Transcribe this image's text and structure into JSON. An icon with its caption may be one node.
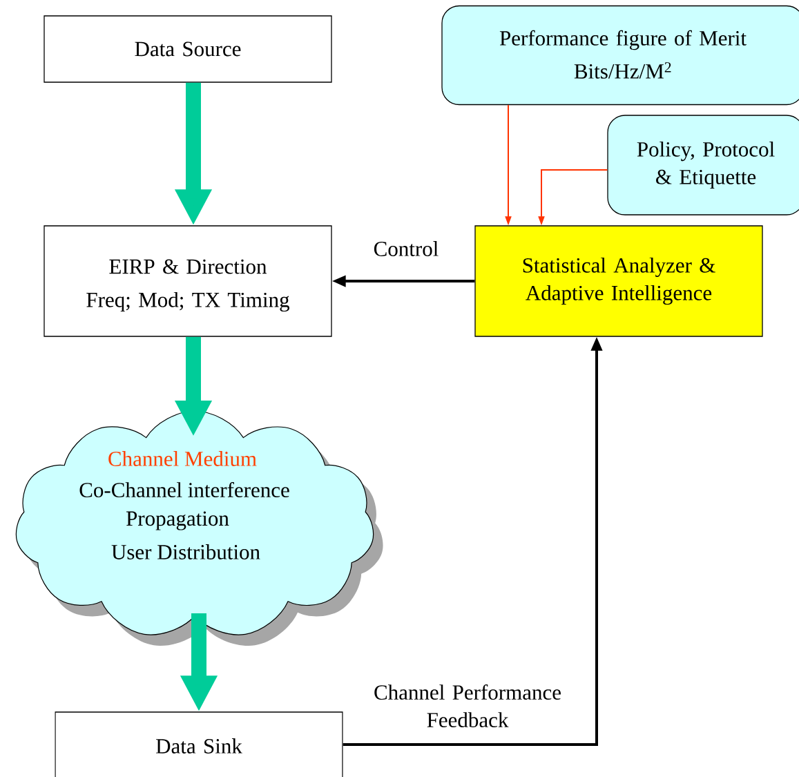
{
  "diagram": {
    "nodes": [
      {
        "text": [
          "Data Source"
        ]
      },
      {
        "text": [
          "EIRP & Direction",
          "Freq; Mod; TX Timing"
        ]
      },
      {
        "text": [
          "Channel  Medium",
          "Co-Channel interference",
          "Propagation",
          "User Distribution"
        ]
      },
      {
        "text": [
          "Data Sink"
        ]
      },
      {
        "text": [
          "Statistical Analyzer & Adaptive Intelligence"
        ]
      },
      {
        "text": [
          "Performance figure of Merit",
          "Bits/Hz/M$^{2}$"
        ]
      },
      {
        "text": [
          "Policy, Protocol & Etiquette"
        ]
      }
    ],
    "edges": [
      {
        "from": 0,
        "to": 1,
        "arrow": "to",
        "style": "thick"
      },
      {
        "from": 1,
        "to": 2,
        "arrow": "to",
        "style": "thick"
      },
      {
        "from": 2,
        "to": 3,
        "arrow": "to",
        "style": "thick"
      },
      {
        "from": 4,
        "to": 1,
        "arrow": "to",
        "label": "Control",
        "color": "#000000"
      },
      {
        "from": 3,
        "to": 4,
        "arrow": "to",
        "label": "Channel Performance Feedback",
        "color": "#000000"
      },
      {
        "from": 5,
        "to": 4,
        "arrow": "to",
        "color": "#ff3300"
      },
      {
        "from": 6,
        "to": 4,
        "arrow": "to",
        "color": "#ff3300"
      }
    ]
  }
}
